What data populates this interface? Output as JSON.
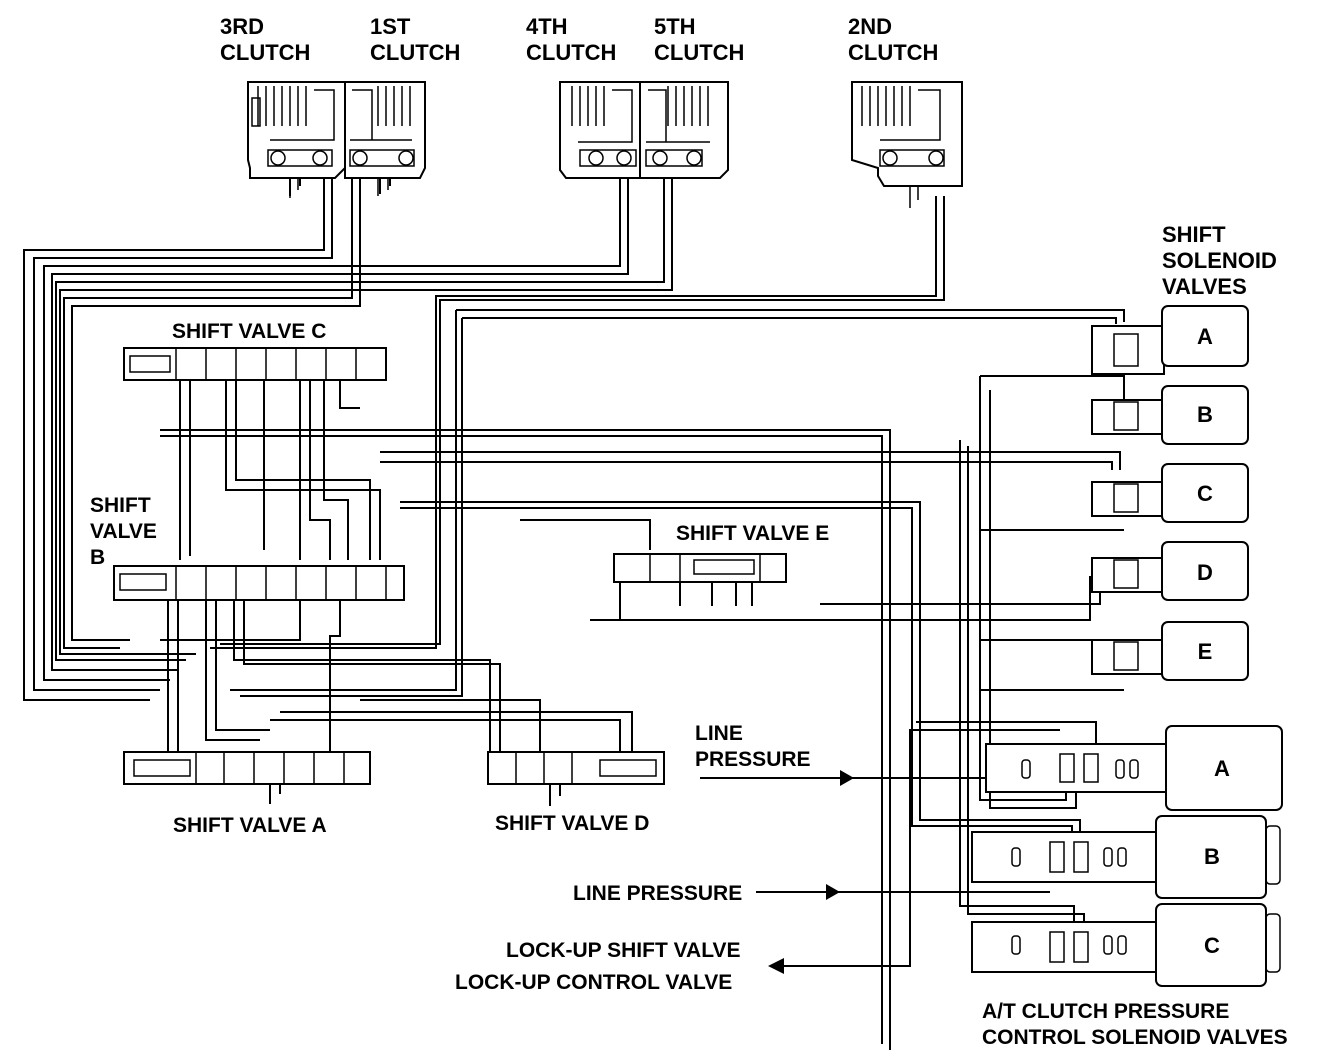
{
  "clutches": [
    {
      "id": "third",
      "line1": "3RD",
      "line2": "CLUTCH"
    },
    {
      "id": "first",
      "line1": "1ST",
      "line2": "CLUTCH"
    },
    {
      "id": "fourth",
      "line1": "4TH",
      "line2": "CLUTCH"
    },
    {
      "id": "fifth",
      "line1": "5TH",
      "line2": "CLUTCH"
    },
    {
      "id": "second",
      "line1": "2ND",
      "line2": "CLUTCH"
    }
  ],
  "shift_solenoid_valves": {
    "title": [
      "SHIFT",
      "SOLENOID",
      "VALVES"
    ],
    "items": [
      "A",
      "B",
      "C",
      "D",
      "E"
    ]
  },
  "shift_valves": {
    "c": "SHIFT VALVE C",
    "b": [
      "SHIFT",
      "VALVE",
      "B"
    ],
    "e": "SHIFT VALVE E",
    "a": "SHIFT VALVE A",
    "d": "SHIFT VALVE D"
  },
  "line_pressure_1": [
    "LINE",
    "PRESSURE"
  ],
  "line_pressure_2": "LINE PRESSURE",
  "lockup_shift_valve": "LOCK-UP SHIFT VALVE",
  "lockup_control_valve": "LOCK-UP CONTROL VALVE",
  "pressure_control_solenoids": {
    "title": [
      "A/T CLUTCH PRESSURE",
      "CONTROL SOLENOID VALVES"
    ],
    "items": [
      "A",
      "B",
      "C"
    ]
  }
}
